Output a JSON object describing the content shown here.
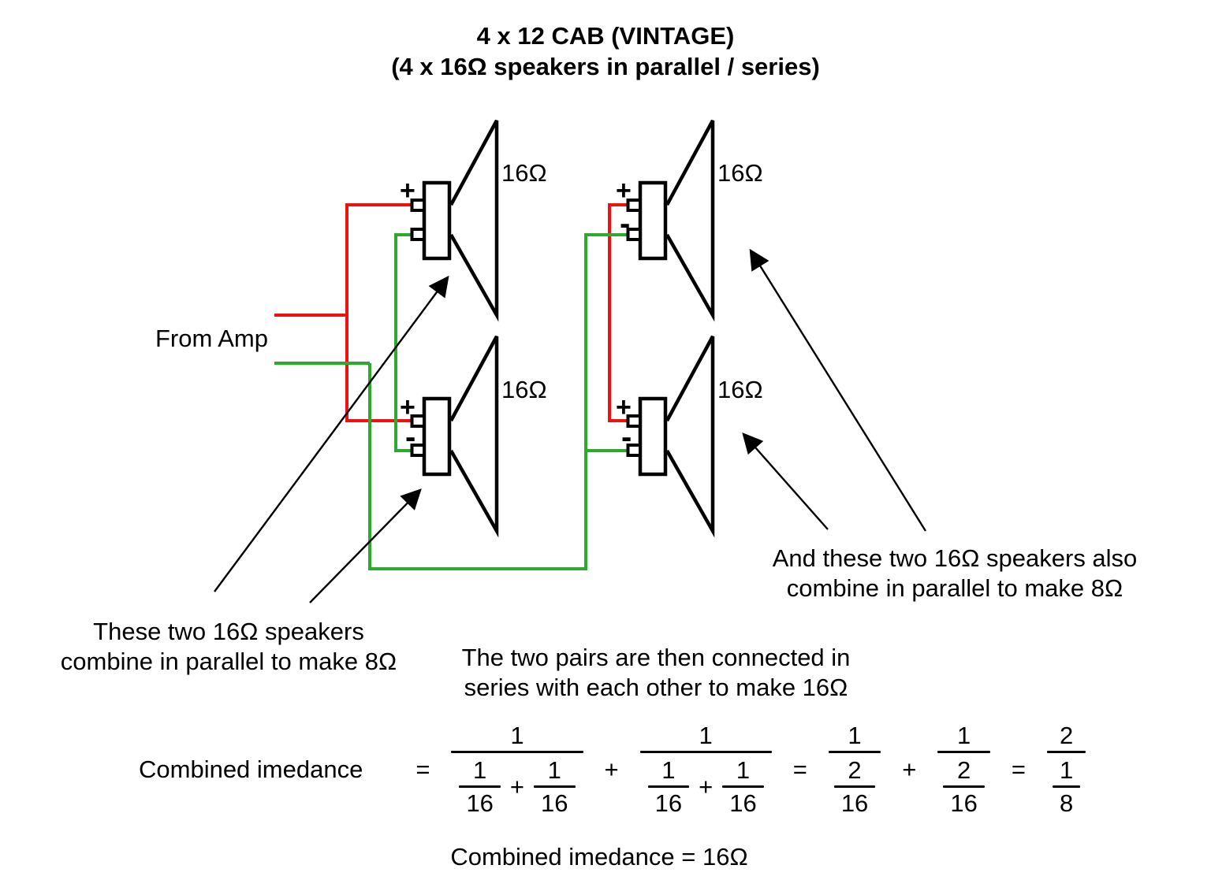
{
  "title": {
    "line1": "4 x 12 CAB (VINTAGE)",
    "line2": "(4 x 16Ω speakers in parallel / series)"
  },
  "diagram": {
    "from_amp_label": "From Amp",
    "plus_label": "+",
    "minus_label": "-",
    "wire_colors": {
      "positive_red": "#ef1010",
      "negative_green": "#2daa2d"
    },
    "speakers": [
      {
        "position": "top-left",
        "impedance": "16Ω"
      },
      {
        "position": "top-right",
        "impedance": "16Ω"
      },
      {
        "position": "bottom-left",
        "impedance": "16Ω"
      },
      {
        "position": "bottom-right",
        "impedance": "16Ω"
      }
    ],
    "annotations": {
      "left_pair_line1": "These two 16Ω speakers",
      "left_pair_line2": "combine in parallel to make 8Ω",
      "right_pair_line1": "And these two 16Ω speakers also",
      "right_pair_line2": "combine in parallel to make 8Ω",
      "series_line1": "The two pairs are then connected in",
      "series_line2": "series with each other to make 16Ω"
    }
  },
  "formula": {
    "label": "Combined imedance",
    "equals_sign": "=",
    "plus_sign": "+",
    "terms": [
      {
        "num": "1",
        "den_parts": [
          {
            "num": "1",
            "den": "16"
          },
          {
            "num": "1",
            "den": "16"
          }
        ]
      },
      {
        "num": "1",
        "den_parts": [
          {
            "num": "1",
            "den": "16"
          },
          {
            "num": "1",
            "den": "16"
          }
        ]
      },
      {
        "num": "1",
        "den": {
          "num": "2",
          "den": "16"
        }
      },
      {
        "num": "1",
        "den": {
          "num": "2",
          "den": "16"
        }
      },
      {
        "num": "2",
        "den": {
          "num": "1",
          "den": "8"
        }
      }
    ],
    "result": "Combined imedance = 16Ω"
  }
}
